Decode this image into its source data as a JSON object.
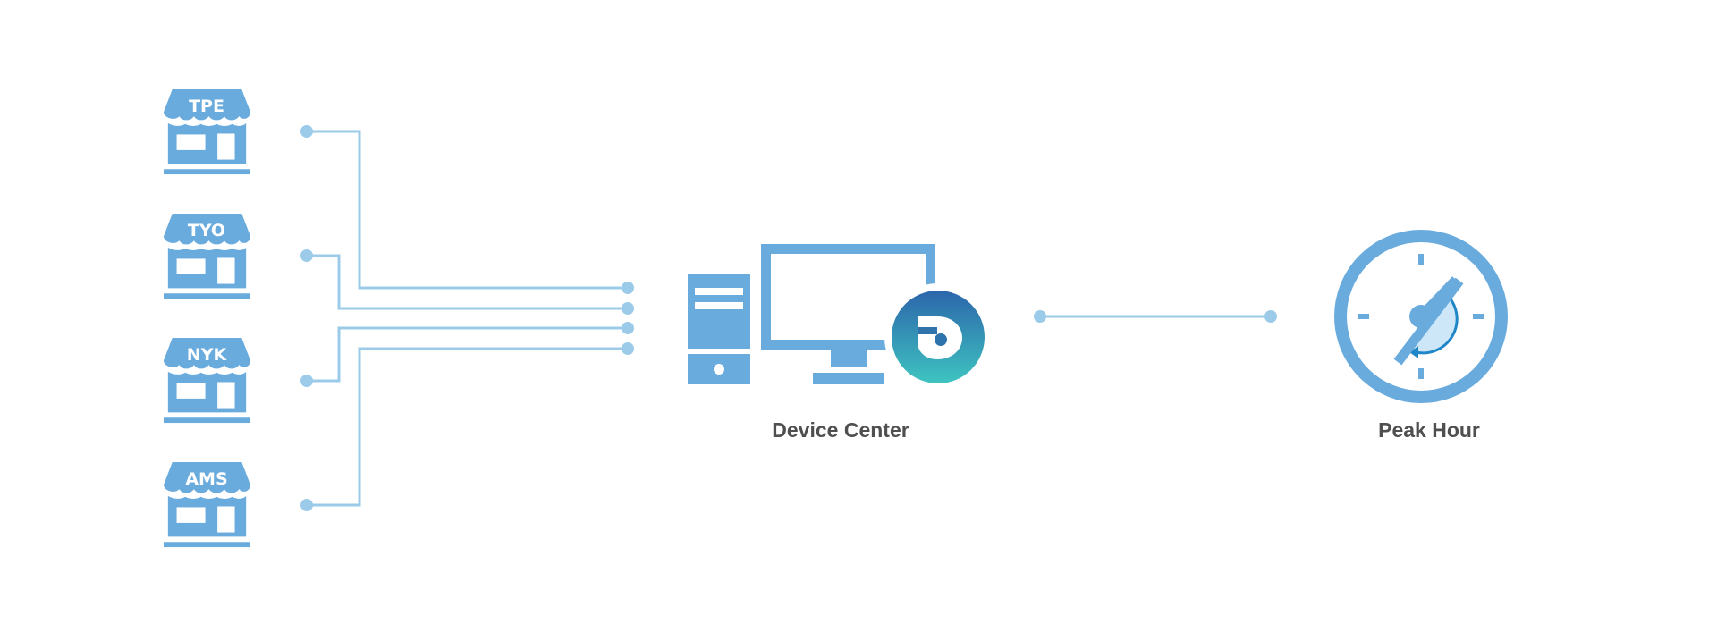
{
  "colors": {
    "icon_blue": "#6aabde",
    "line_blue": "#9ccbea",
    "badge_top": "#2c66ab",
    "badge_bottom": "#3ec4c0",
    "clock_fill": "#cde6f8",
    "arrow_blue": "#1f86c8",
    "caption_text": "#4f4f4f"
  },
  "stores": [
    {
      "label": "TPE",
      "icon": "storefront-icon"
    },
    {
      "label": "TYO",
      "icon": "storefront-icon"
    },
    {
      "label": "NYK",
      "icon": "storefront-icon"
    },
    {
      "label": "AMS",
      "icon": "storefront-icon"
    }
  ],
  "device_center": {
    "label": "Device Center",
    "icon": "desktop-computer-icon",
    "badge_icon": "app-logo-icon"
  },
  "peak_hour": {
    "label": "Peak Hour",
    "icon": "clock-icon"
  }
}
